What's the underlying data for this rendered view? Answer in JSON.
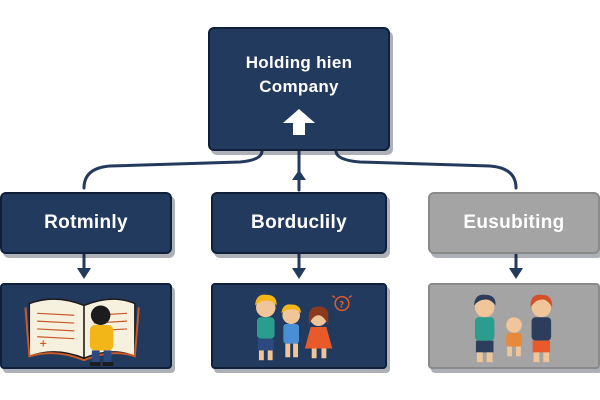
{
  "root": {
    "label_line1": "Holding hien",
    "label_line2": "Company",
    "icon": "up-arrow-icon"
  },
  "branches": [
    {
      "label": "Rotminly",
      "style": "navy",
      "illustration": "child-reading-book-icon"
    },
    {
      "label": "Borduclily",
      "style": "navy",
      "illustration": "children-group-icon"
    },
    {
      "label": "Eusubiting",
      "style": "grey",
      "illustration": "family-group-icon"
    }
  ],
  "colors": {
    "navy": "#223a5e",
    "grey": "#a4a4a4",
    "connector": "#223a5e"
  }
}
